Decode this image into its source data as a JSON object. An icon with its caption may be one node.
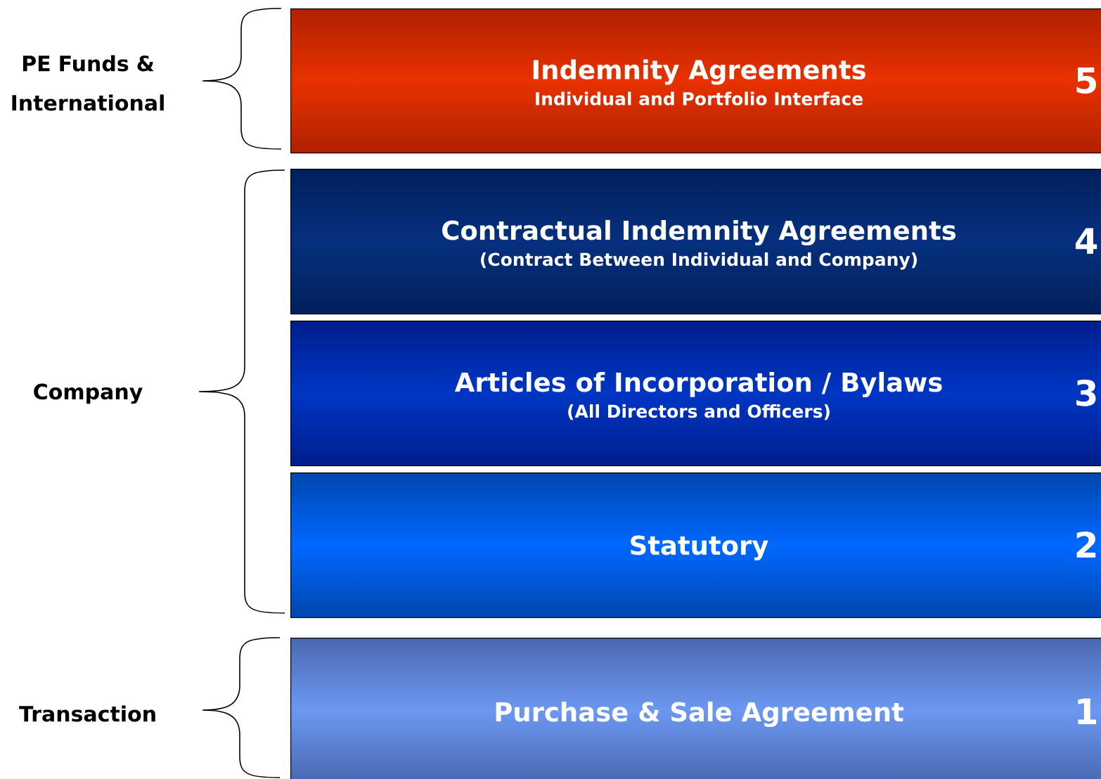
{
  "diagram": {
    "nodes": [
      {
        "text": [
          "Indemnity Agreements",
          "Individual and Portfolio Interface",
          "5"
        ]
      },
      {
        "text": [
          "Contractual Indemnity Agreements",
          "(Contract Between Individual and Company)",
          "4"
        ]
      },
      {
        "text": [
          "Articles of Incorporation / Bylaws",
          "(All Directors and Officers)",
          "3"
        ]
      },
      {
        "text": [
          "Statutory",
          "2"
        ]
      },
      {
        "text": [
          "Purchase & Sale Agreement",
          "1"
        ]
      }
    ],
    "labels": [
      "PE Funds & International",
      "Company",
      "Transaction"
    ]
  }
}
